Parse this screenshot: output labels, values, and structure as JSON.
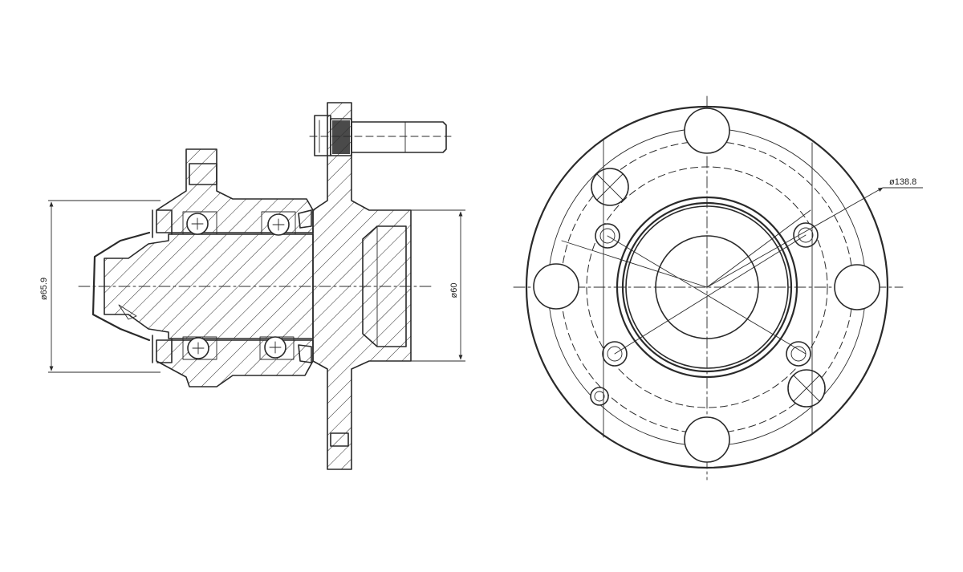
{
  "drawing": {
    "dimensions": {
      "left_outer_diameter": "ø65.9",
      "inner_diameter": "ø60",
      "bolt_circle": "ø138.8"
    }
  }
}
